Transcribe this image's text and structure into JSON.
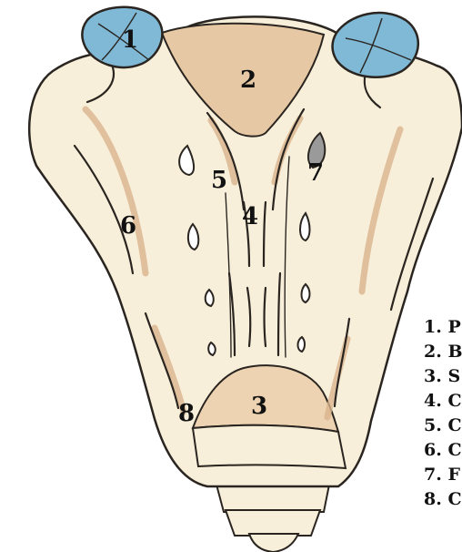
{
  "diagram": {
    "labels": [
      "1",
      "2",
      "3",
      "4",
      "5",
      "6",
      "7",
      "8"
    ],
    "legend": [
      "1. P",
      "2. B",
      "3. S",
      "4. C",
      "5. C",
      "6. C",
      "7. F",
      "8. C"
    ]
  },
  "colors": {
    "bone": "#f8efda",
    "bone_shade": "#d9b48d",
    "cartilage": "#7fb9d6",
    "outline": "#2a2520"
  }
}
